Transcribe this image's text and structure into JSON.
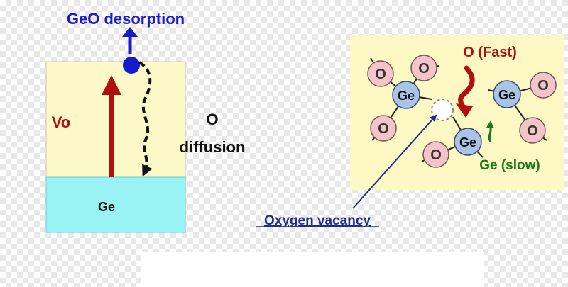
{
  "labels": {
    "geo_desorption": "GeO desorption",
    "vo": "Vo",
    "o_diffusion_line1": "O",
    "o_diffusion_line2": "diffusion",
    "ge_substrate": "Ge",
    "o_fast": "O (Fast)",
    "ge_slow": "Ge (slow)",
    "oxygen_vacancy": "Oxygen vacancy"
  },
  "atoms": {
    "o": "O",
    "ge": "Ge"
  },
  "colors": {
    "blue_text": "#1a1acc",
    "red": "#b01010",
    "green": "#1a7a1a",
    "oxide_fill": "#fcf8c8",
    "substrate_fill": "#99f3f5",
    "o_atom_fill": "#f4c4c8",
    "ge_atom_fill": "#a9c4e6",
    "panel_fill": "#fdf8c4",
    "navy": "#1e2f8f"
  }
}
